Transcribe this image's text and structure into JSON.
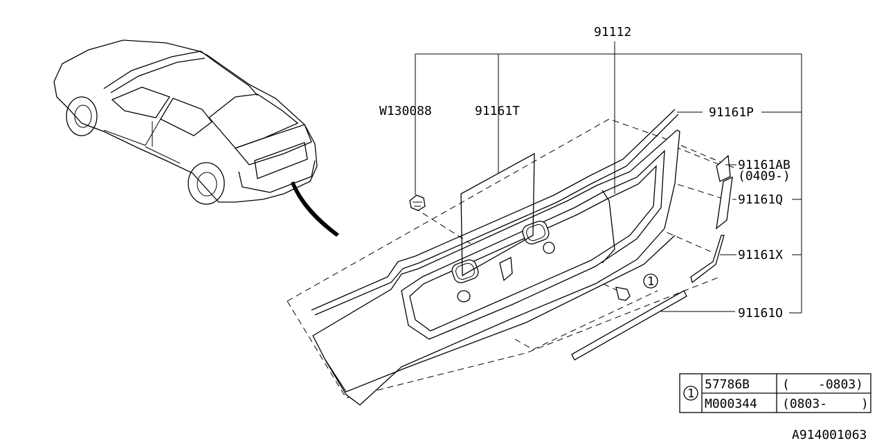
{
  "labels": {
    "part_91112": "91112",
    "part_w130088": "W130088",
    "part_91161t": "91161T",
    "part_91161p": "91161P",
    "part_91161ab": "91161AB",
    "part_91161ab_note": "(0409-)",
    "part_91161q": "91161Q",
    "part_91161x": "91161X",
    "part_91161o": "91161O",
    "callout_1": "1"
  },
  "table": {
    "ref": "1",
    "rows": [
      {
        "part": "57786B",
        "range_open": "(",
        "range": "-0803)"
      },
      {
        "part": "M000344",
        "range_open": "(0803-",
        "range": ")"
      }
    ]
  },
  "diagram_id": "A914001063"
}
